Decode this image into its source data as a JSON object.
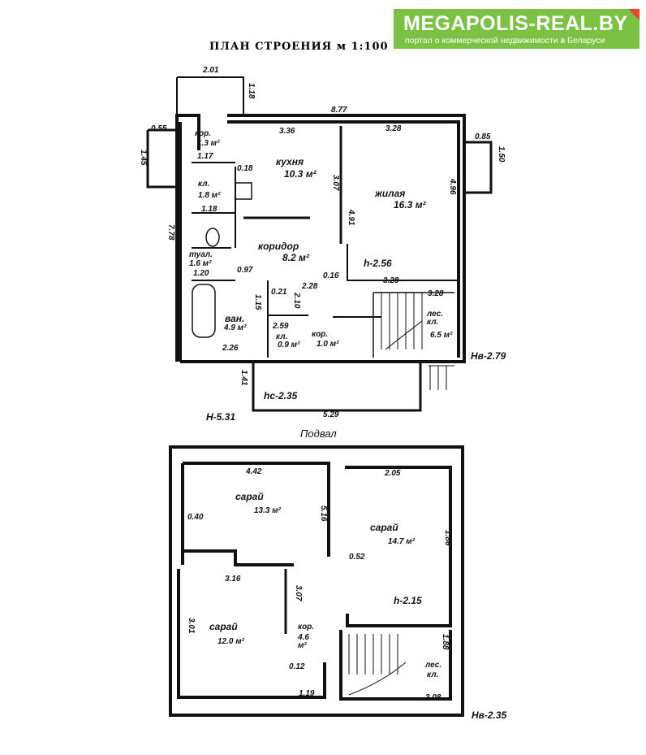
{
  "banner": {
    "title": "MEGAPOLIS-REAL.BY",
    "subtitle": "портал о коммерческой недвижимости в Беларуси"
  },
  "plan_title": "ПЛАН СТРОЕНИЯ м 1:100",
  "ground": {
    "labels": [
      "2.01",
      "1.18",
      "8.77",
      "3.36",
      "3.28",
      "0.55",
      "1.45",
      "кор.",
      "1.3 м²",
      "1.17",
      "кухня",
      "10.3 м²",
      "0.18",
      "3.07",
      "кл.",
      "1.8 м²",
      "1.18",
      "жилая",
      "16.3 м²",
      "4.96",
      "0.85",
      "1.50",
      "7.78",
      "коридор",
      "8.2 м²",
      "4.91",
      "туал.",
      "1.6 м²",
      "1.20",
      "0.97",
      "h-2.56",
      "0.16",
      "2.28",
      "3.28",
      "3.28",
      "ван.",
      "4.9 м²",
      "1.15",
      "0.21",
      "2.10",
      "2.59",
      "кл.",
      "0.9 м²",
      "кор.",
      "1.0 м²",
      "лес. кл.",
      "6.5 м²",
      "2.26",
      "Hв-2.79",
      "1.41",
      "hс-2.35",
      "H-5.31",
      "5.29"
    ]
  },
  "basement": {
    "caption": "Подвал",
    "labels": [
      "4.42",
      "сарай",
      "13.3 м²",
      "0.40",
      "5.16",
      "2.05",
      "сарай",
      "14.7 м²",
      "1.86",
      "0.52",
      "3.16",
      "3.07",
      "h-2.15",
      "3.01",
      "сарай",
      "12.0 м²",
      "кор.",
      "4.6 м²",
      "1.88",
      "лес.",
      "кл.",
      "0.12",
      "1.19",
      "3.08",
      "Hв-2.35"
    ]
  }
}
